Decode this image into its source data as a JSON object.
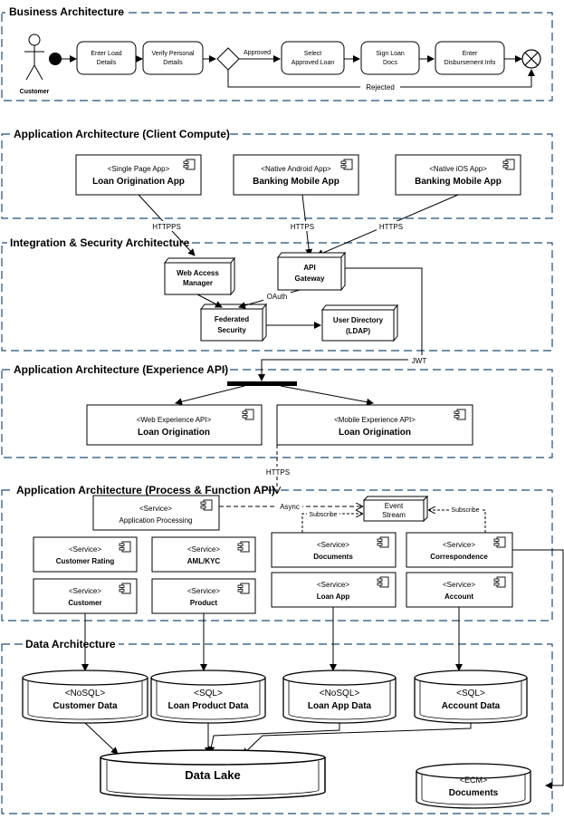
{
  "lanes": {
    "business": "Business Architecture",
    "client": "Application Architecture (Client Compute)",
    "integration": "Integration & Security Architecture",
    "experience": "Application Architecture (Experience API)",
    "process": "Application Architecture (Process & Function API)",
    "data": "Data Architecture"
  },
  "business": {
    "actor": "Customer",
    "steps": {
      "enter_load": [
        "Enter Load",
        "Details"
      ],
      "verify": [
        "Verify Personal",
        "Details"
      ],
      "select": [
        "Select",
        "Approved Loan"
      ],
      "sign": [
        "Sign Loan",
        "Docs"
      ],
      "disburse": [
        "Enter",
        "Disbursement Info"
      ]
    },
    "approved": "Approved",
    "rejected": "Rejected"
  },
  "client": {
    "spa": {
      "stereo": "<Single Page App>",
      "name": "Loan Origination App"
    },
    "android": {
      "stereo": "<Native Android App>",
      "name": "Banking Mobile App"
    },
    "ios": {
      "stereo": "<Native iOS App>",
      "name": "Banking Mobile App"
    }
  },
  "protocols": {
    "httpps": "HTTPPS",
    "https1": "HTTPS",
    "https2": "HTTPS",
    "oauth": "OAuth",
    "jwt": "JWT",
    "https3": "HTTPS",
    "async": "Async",
    "subscribe1": "Subscribe",
    "subscribe2": "Subscribe"
  },
  "integration": {
    "wam": [
      "Web Access",
      "Manager"
    ],
    "gateway": [
      "API",
      "Gateway"
    ],
    "federated": [
      "Federated",
      "Security"
    ],
    "ldap": [
      "User Directory",
      "(LDAP)"
    ]
  },
  "experience": {
    "web": {
      "stereo": "<Web Experience API>",
      "name": "Loan Origination"
    },
    "mobile": {
      "stereo": "<Mobile Experience API>",
      "name": "Loan Origination"
    }
  },
  "process": {
    "stereo": "<Service>",
    "app_processing": "Application Processing",
    "event_stream": [
      "Event",
      "Stream"
    ],
    "customer_rating": "Customer Rating",
    "aml": "AML/KYC",
    "documents": "Documents",
    "correspondence": "Correspondence",
    "customer": "Customer",
    "product": "Product",
    "loan_app": "Loan App",
    "account": "Account"
  },
  "data": {
    "customer": {
      "stereo": "<NoSQL>",
      "name": "Customer Data"
    },
    "product": {
      "stereo": "<SQL>",
      "name": "Loan Product Data"
    },
    "loanapp": {
      "stereo": "<NoSQL>",
      "name": "Loan App Data"
    },
    "account": {
      "stereo": "<SQL>",
      "name": "Account Data"
    },
    "lake": "Data Lake",
    "docs": {
      "stereo": "<ECM>",
      "name": "Documents"
    }
  }
}
